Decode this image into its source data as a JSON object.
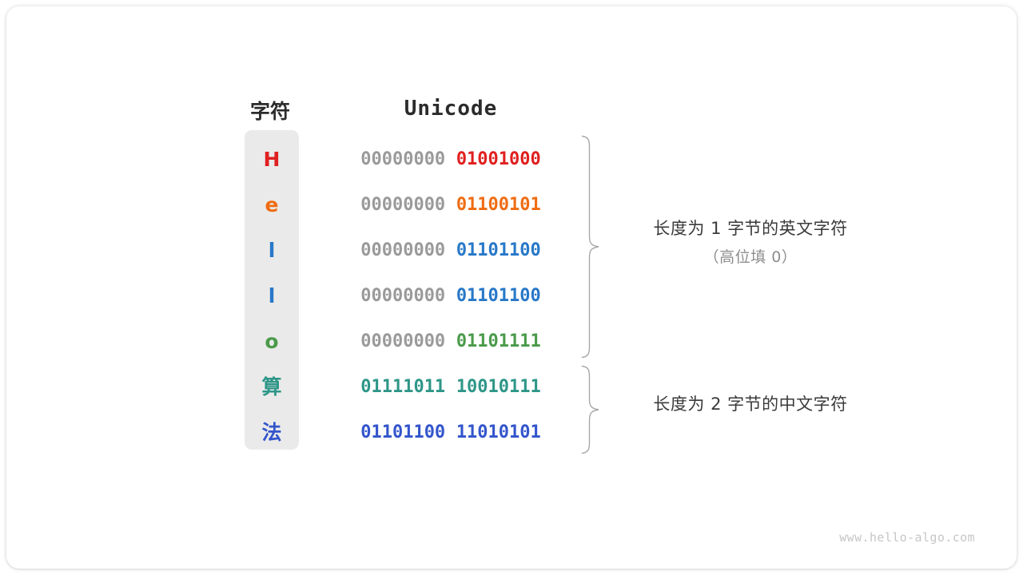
{
  "canvas": {
    "background": "#ffffff",
    "card_background": "#ffffff"
  },
  "headers": {
    "char_label": "字符",
    "unicode_label": "Unicode"
  },
  "palette": {
    "red": "#e02020",
    "orange": "#ef6c13",
    "blue": "#2878c8",
    "green": "#4a9a4a",
    "teal": "#2e9688",
    "indigo": "#3355cc",
    "gray_high_byte": "#9a9a9a",
    "panel_background": "#eaeaea",
    "brace": "#a8a8a8",
    "text": "#2b2b2b",
    "annotation_sub": "#8d8d8d",
    "watermark": "#c6c6c6"
  },
  "rows": [
    {
      "char": "H",
      "color": "#e02020",
      "high_byte": "00000000",
      "low_byte": "01001000",
      "high_byte_color": "#9a9a9a"
    },
    {
      "char": "e",
      "color": "#ef6c13",
      "high_byte": "00000000",
      "low_byte": "01100101",
      "high_byte_color": "#9a9a9a"
    },
    {
      "char": "l",
      "color": "#2878c8",
      "high_byte": "00000000",
      "low_byte": "01101100",
      "high_byte_color": "#9a9a9a"
    },
    {
      "char": "l",
      "color": "#2878c8",
      "high_byte": "00000000",
      "low_byte": "01101100",
      "high_byte_color": "#9a9a9a"
    },
    {
      "char": "o",
      "color": "#4a9a4a",
      "high_byte": "00000000",
      "low_byte": "01101111",
      "high_byte_color": "#9a9a9a"
    },
    {
      "char": "算",
      "color": "#2e9688",
      "high_byte": "01111011",
      "low_byte": "10010111",
      "high_byte_color": "#2e9688"
    },
    {
      "char": "法",
      "color": "#3355cc",
      "high_byte": "01101100",
      "low_byte": "11010101",
      "high_byte_color": "#3355cc"
    }
  ],
  "annotations": {
    "ascii": {
      "main": "长度为 1 字节的英文字符",
      "sub": "（高位填 0）"
    },
    "cjk": {
      "main": "长度为 2 字节的中文字符",
      "sub": ""
    }
  },
  "watermark": "www.hello-algo.com"
}
